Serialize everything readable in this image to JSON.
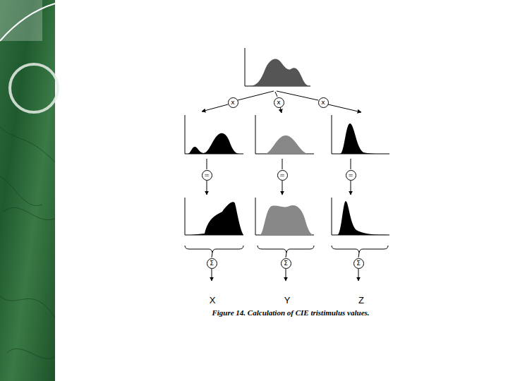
{
  "diagram": {
    "caption": "Figure 14. Calculation of CIE tristimulus values.",
    "nodes": [
      {
        "text": [
          "x"
        ]
      },
      {
        "text": [
          "x"
        ]
      },
      {
        "text": [
          "x"
        ]
      },
      {
        "text": [
          "="
        ]
      },
      {
        "text": [
          "="
        ]
      },
      {
        "text": [
          "="
        ]
      },
      {
        "text": [
          "Σ"
        ]
      },
      {
        "text": [
          "Σ"
        ]
      },
      {
        "text": [
          "Σ"
        ]
      }
    ],
    "labels": [
      "X",
      "Y",
      "Z"
    ]
  }
}
